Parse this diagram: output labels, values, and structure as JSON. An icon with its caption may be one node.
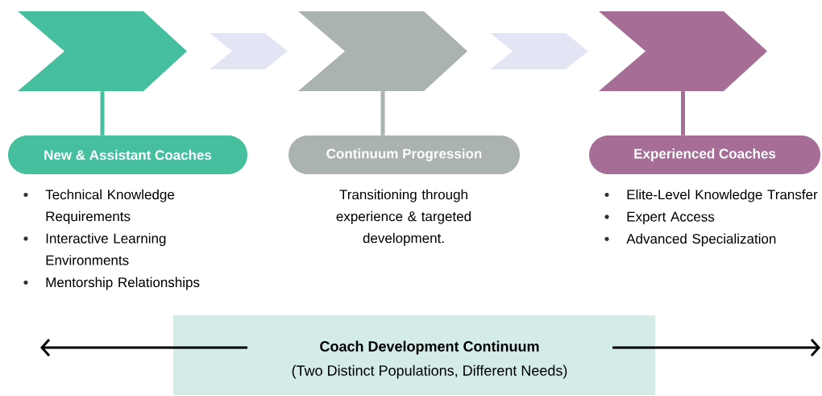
{
  "diagram": {
    "nodes": [
      {
        "text": [],
        "shape": "chevron"
      },
      {
        "text": [],
        "shape": "chevron"
      },
      {
        "text": [],
        "shape": "chevron"
      },
      {
        "text": [
          "New & Assistant Coaches"
        ],
        "beside": [
          "Technical Knowledge Requirements",
          "Interactive Learning Environments",
          "Mentorship Relationships"
        ]
      },
      {
        "text": [
          "Continuum Progression"
        ],
        "beside": [
          "Transitioning through experience & targeted development."
        ]
      },
      {
        "text": [
          "Experienced Coaches"
        ],
        "beside": [
          "Elite-Level Knowledge Transfer",
          "Expert Access",
          "Advanced Specialization"
        ]
      },
      {
        "text": [
          "Coach Development Continuum",
          "(Two Distinct Populations, Different Needs)"
        ]
      }
    ],
    "edges": [
      {
        "from": 0,
        "to": 1,
        "arrow": "to",
        "color": "#e3e4f4"
      },
      {
        "from": 1,
        "to": 2,
        "arrow": "to",
        "color": "#e3e4f4"
      },
      {
        "from": 0,
        "to": 3,
        "arrow": "none",
        "color": "#45bf9d"
      },
      {
        "from": 1,
        "to": 4,
        "arrow": "none",
        "color": "#aab3ae"
      },
      {
        "from": 2,
        "to": 5,
        "arrow": "none",
        "color": "#a66e96"
      },
      {
        "from": 6,
        "to": null,
        "arrow": "to"
      },
      {
        "from": 6,
        "to": null,
        "arrow": "to"
      }
    ]
  }
}
